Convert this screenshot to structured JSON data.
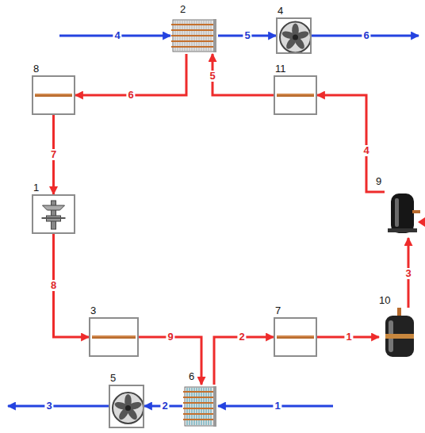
{
  "diagram": {
    "nodes": [
      {
        "text": [
          "2"
        ]
      },
      {
        "text": [
          "4"
        ]
      },
      {
        "text": [
          "8"
        ]
      },
      {
        "text": [
          "11"
        ]
      },
      {
        "text": [
          "9"
        ]
      },
      {
        "text": [
          "1"
        ]
      },
      {
        "text": [
          "3"
        ]
      },
      {
        "text": [
          "7"
        ]
      },
      {
        "text": [
          "10"
        ]
      },
      {
        "text": [
          "5"
        ]
      },
      {
        "text": [
          "6"
        ]
      }
    ],
    "edges": [
      {
        "from": 4,
        "to": 3,
        "label": "4",
        "arrow": "to"
      },
      {
        "from": 3,
        "to": 0,
        "label": "5",
        "arrow": "to"
      },
      {
        "from": 0,
        "to": 2,
        "label": "6",
        "arrow": "to"
      },
      {
        "from": 2,
        "to": 5,
        "label": "7",
        "arrow": "to"
      },
      {
        "from": 5,
        "to": 6,
        "label": "8",
        "arrow": "to"
      },
      {
        "from": 6,
        "to": 10,
        "label": "9",
        "arrow": "to"
      },
      {
        "from": 10,
        "to": 7,
        "label": "2",
        "arrow": "to"
      },
      {
        "from": 7,
        "to": 8,
        "label": "1",
        "arrow": "to"
      },
      {
        "from": 8,
        "to": 4,
        "label": "3",
        "arrow": "to"
      },
      {
        "from": 0,
        "to": 1,
        "label": "5",
        "arrow": "to"
      },
      {
        "from": 10,
        "to": 9,
        "label": "2",
        "arrow": "to"
      }
    ],
    "labels": [
      "4",
      "6",
      "1",
      "3"
    ]
  }
}
